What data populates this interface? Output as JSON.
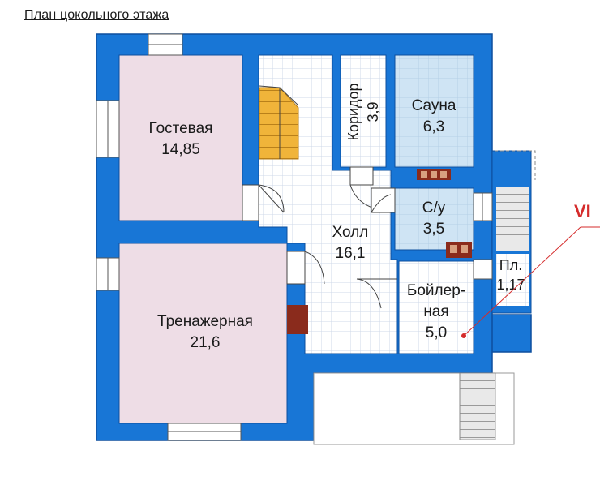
{
  "title": "План цокольного этажа",
  "colors": {
    "wall": "#1876d6",
    "wall_edge": "#0d4f9e",
    "pink_room": "#eedde6",
    "grid_room": "#ffffff",
    "grid_line": "#cfd9e8",
    "blue_room": "#cfe4f4",
    "stair": "#f0b43a",
    "chimney": "#8a2b1c",
    "annotation": "#d52b2b"
  },
  "rooms": {
    "guest": {
      "name": "Гостевая",
      "area": "14,85"
    },
    "gym": {
      "name": "Тренажерная",
      "area": "21,6"
    },
    "hall": {
      "name": "Холл",
      "area": "16,1"
    },
    "corridor": {
      "name": "Коридор",
      "area": "3,9"
    },
    "sauna": {
      "name": "Сауна",
      "area": "6,3"
    },
    "bath": {
      "name": "С/у",
      "area": "3,5"
    },
    "boiler": {
      "name_line1": "Бойлер-",
      "name_line2": "ная",
      "area": "5,0"
    },
    "platform": {
      "name": "Пл.",
      "area": "1,17"
    }
  },
  "annotation": {
    "text": "VI"
  }
}
